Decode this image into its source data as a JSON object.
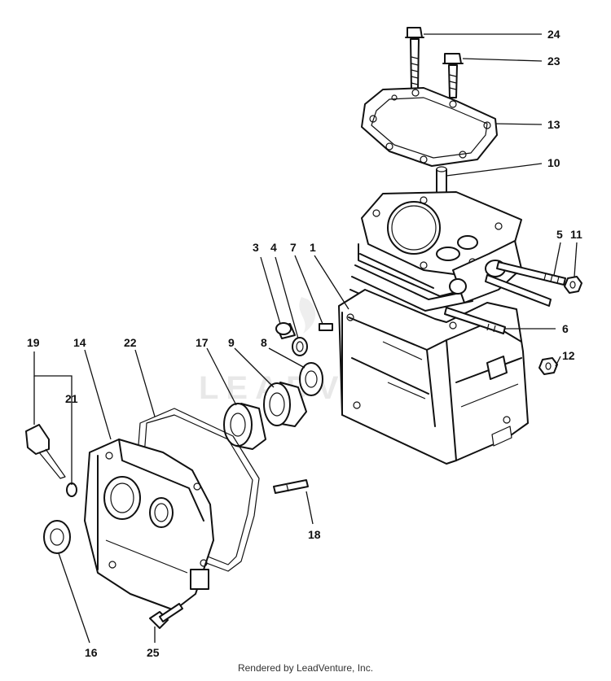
{
  "watermark": "LEADVENTURE",
  "footer": "Rendered by LeadVenture, Inc.",
  "callouts": {
    "p1": "1",
    "p3": "3",
    "p4": "4",
    "p5": "5",
    "p6": "6",
    "p7": "7",
    "p8": "8",
    "p9": "9",
    "p10": "10",
    "p11": "11",
    "p12": "12",
    "p13": "13",
    "p14": "14",
    "p16": "16",
    "p17": "17",
    "p18": "18",
    "p19": "19",
    "p21": "21",
    "p22": "22",
    "p23": "23",
    "p24": "24",
    "p25": "25"
  }
}
